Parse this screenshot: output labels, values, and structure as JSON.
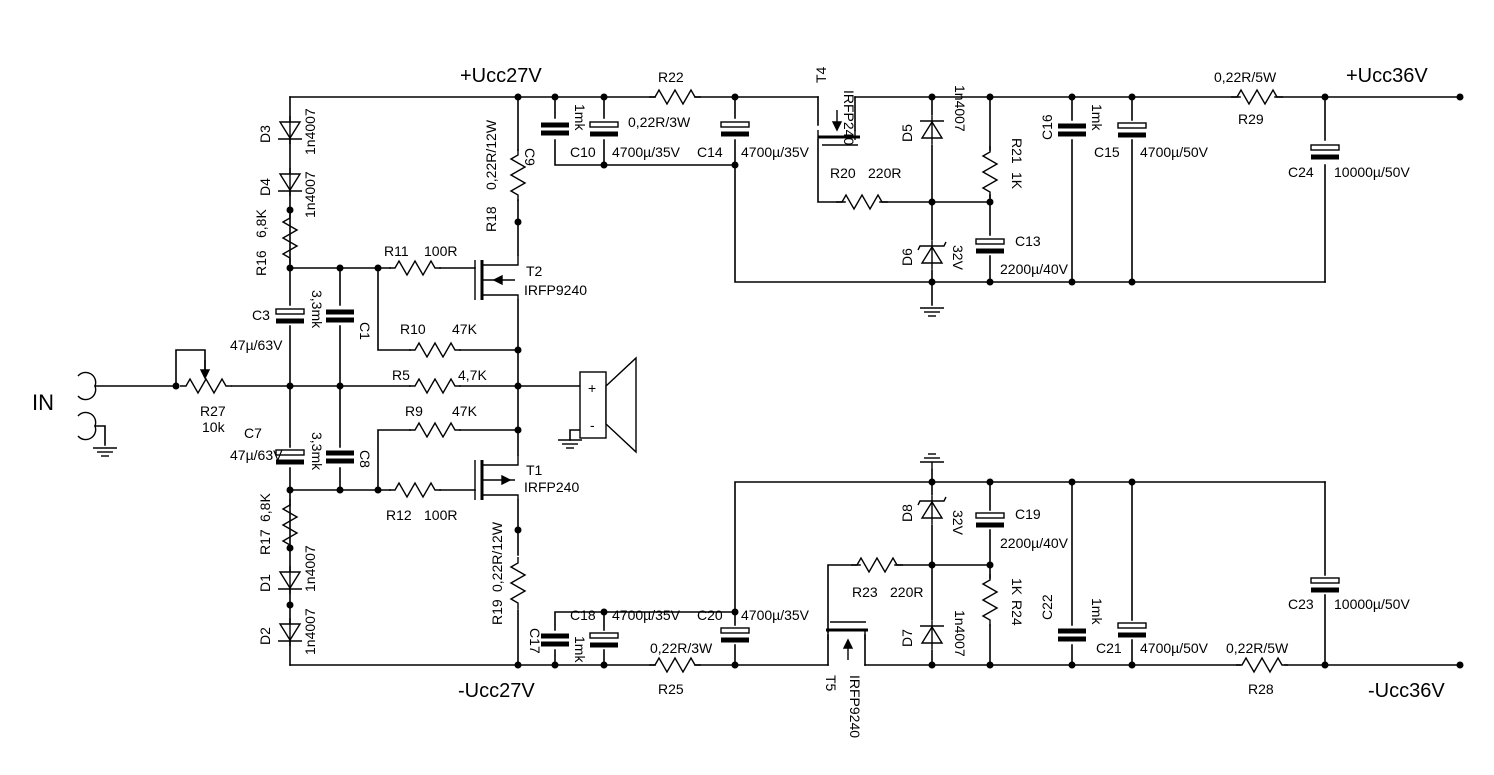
{
  "rails": {
    "plus27": "+Ucc27V",
    "minus27": "-Ucc27V",
    "plus36": "+Ucc36V",
    "minus36": "-Ucc36V",
    "input": "IN"
  },
  "components": {
    "D3": {
      "ref": "D3",
      "value": "1n4007"
    },
    "D4": {
      "ref": "D4",
      "value": "1n4007"
    },
    "R16": {
      "ref": "R16",
      "value": "6,8K"
    },
    "C3": {
      "ref": "C3",
      "value": "47µ/63V"
    },
    "C1": {
      "ref": "C1",
      "value": "3,3mk"
    },
    "R11": {
      "ref": "R11",
      "value": "100R"
    },
    "R10": {
      "ref": "R10",
      "value": "47K"
    },
    "R5": {
      "ref": "R5",
      "value": "4,7K"
    },
    "R9": {
      "ref": "R9",
      "value": "47K"
    },
    "R12": {
      "ref": "R12",
      "value": "100R"
    },
    "C7": {
      "ref": "C7",
      "value": "47µ/63V"
    },
    "C8": {
      "ref": "C8",
      "value": "3,3mk"
    },
    "R17": {
      "ref": "R17",
      "value": "6,8K"
    },
    "D1": {
      "ref": "D1",
      "value": "1n4007"
    },
    "D2": {
      "ref": "D2",
      "value": "1n4007"
    },
    "R27": {
      "ref": "R27",
      "value": "10k"
    },
    "T2": {
      "ref": "T2",
      "value": "IRFP9240"
    },
    "T1": {
      "ref": "T1",
      "value": "IRFP240"
    },
    "R18": {
      "ref": "R18",
      "value": "0,22R/12W"
    },
    "R19": {
      "ref": "R19",
      "value": "0,22R/12W"
    },
    "C9": {
      "ref": "C9",
      "value": "1mk"
    },
    "C10": {
      "ref": "C10",
      "value": "4700µ/35V"
    },
    "R22": {
      "ref": "R22",
      "value": "0,22R/3W"
    },
    "C14": {
      "ref": "C14",
      "value": "4700µ/35V"
    },
    "T4": {
      "ref": "T4",
      "value": "IRFP240"
    },
    "R20": {
      "ref": "R20",
      "value": "220R"
    },
    "D5": {
      "ref": "D5",
      "value": "1n4007"
    },
    "D6": {
      "ref": "D6",
      "value": "32V"
    },
    "R21": {
      "ref": "R21",
      "value": "1K"
    },
    "C13": {
      "ref": "C13",
      "value": "2200µ/40V"
    },
    "C16": {
      "ref": "C16",
      "value": "1mk"
    },
    "C15": {
      "ref": "C15",
      "value": "4700µ/50V"
    },
    "R29": {
      "ref": "R29",
      "value": "0,22R/5W"
    },
    "C24": {
      "ref": "C24",
      "value": "10000µ/50V"
    },
    "C17": {
      "ref": "C17",
      "value": "1mk"
    },
    "C18": {
      "ref": "C18",
      "value": "4700µ/35V"
    },
    "R25": {
      "ref": "R25",
      "value": "0,22R/3W"
    },
    "C20": {
      "ref": "C20",
      "value": "4700µ/35V"
    },
    "T5": {
      "ref": "T5",
      "value": "IRFP9240"
    },
    "R23": {
      "ref": "R23",
      "value": "220R"
    },
    "D8": {
      "ref": "D8",
      "value": "32V"
    },
    "D7": {
      "ref": "D7",
      "value": "1n4007"
    },
    "C19": {
      "ref": "C19",
      "value": "2200µ/40V"
    },
    "R24": {
      "ref": "R24",
      "value": "1K"
    },
    "C22": {
      "ref": "C22",
      "value": "1mk"
    },
    "C21": {
      "ref": "C21",
      "value": "4700µ/50V"
    },
    "R28": {
      "ref": "R28",
      "value": "0,22R/5W"
    },
    "C23": {
      "ref": "C23",
      "value": "10000µ/50V"
    }
  },
  "speaker": {
    "plus": "+",
    "minus": "-"
  },
  "icons": [
    "resistor-icon",
    "capacitor-icon",
    "electrolytic-capacitor-icon",
    "diode-icon",
    "zener-diode-icon",
    "mosfet-icon",
    "ground-icon",
    "speaker-icon",
    "potentiometer-icon",
    "input-jack-icon"
  ]
}
